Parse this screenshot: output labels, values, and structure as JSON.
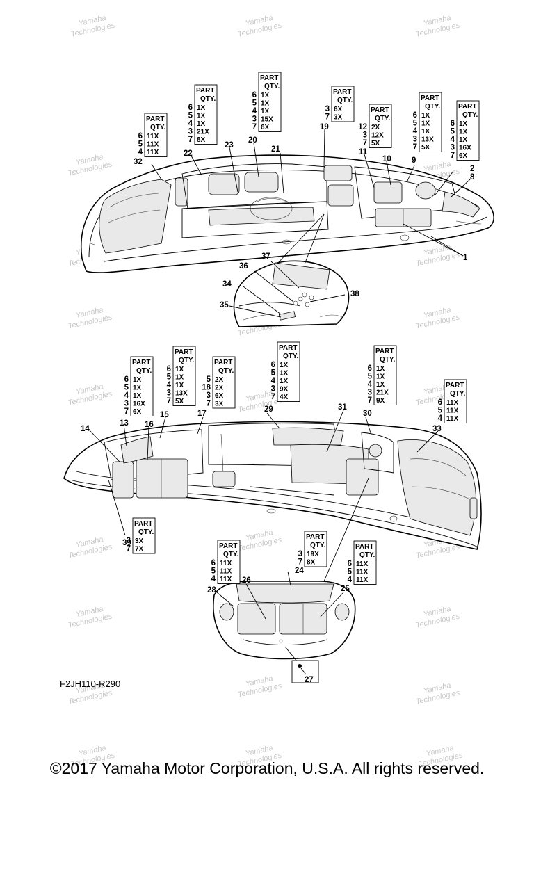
{
  "figure_code": "F2JH110-R290",
  "copyright": "©2017 Yamaha Motor Corporation, U.S.A. All rights reserved.",
  "watermark": {
    "line1": "Yamaha",
    "line2": "Technologies"
  },
  "table_header": {
    "line1": "PART",
    "line2": "QTY."
  },
  "tables": [
    {
      "id": "t32",
      "rows": [
        [
          "6",
          "11X"
        ],
        [
          "5",
          "11X"
        ],
        [
          "4",
          "11X"
        ]
      ]
    },
    {
      "id": "t22",
      "rows": [
        [
          "6",
          "1X"
        ],
        [
          "5",
          "1X"
        ],
        [
          "4",
          "1X"
        ],
        [
          "3",
          "21X"
        ],
        [
          "7",
          "8X"
        ]
      ]
    },
    {
      "id": "t20",
      "rows": [
        [
          "6",
          "1X"
        ],
        [
          "5",
          "1X"
        ],
        [
          "4",
          "1X"
        ],
        [
          "3",
          "15X"
        ],
        [
          "7",
          "6X"
        ]
      ]
    },
    {
      "id": "t19",
      "rows": [
        [
          "3",
          "6X"
        ],
        [
          "7",
          "3X"
        ]
      ]
    },
    {
      "id": "t11",
      "rows": [
        [
          "12",
          "2X"
        ],
        [
          "3",
          "12X"
        ],
        [
          "7",
          "5X"
        ]
      ]
    },
    {
      "id": "t9",
      "rows": [
        [
          "6",
          "1X"
        ],
        [
          "5",
          "1X"
        ],
        [
          "4",
          "1X"
        ],
        [
          "3",
          "13X"
        ],
        [
          "7",
          "5X"
        ]
      ]
    },
    {
      "id": "t8",
      "rows": [
        [
          "6",
          "1X"
        ],
        [
          "5",
          "1X"
        ],
        [
          "4",
          "1X"
        ],
        [
          "3",
          "16X"
        ],
        [
          "7",
          "6X"
        ]
      ]
    },
    {
      "id": "t13",
      "rows": [
        [
          "6",
          "1X"
        ],
        [
          "5",
          "1X"
        ],
        [
          "4",
          "1X"
        ],
        [
          "3",
          "16X"
        ],
        [
          "7",
          "6X"
        ]
      ]
    },
    {
      "id": "t15",
      "rows": [
        [
          "6",
          "1X"
        ],
        [
          "5",
          "1X"
        ],
        [
          "4",
          "1X"
        ],
        [
          "3",
          "13X"
        ],
        [
          "7",
          "5X"
        ]
      ]
    },
    {
      "id": "t17",
      "rows": [
        [
          "5",
          "2X"
        ],
        [
          "18",
          "2X"
        ],
        [
          "3",
          "6X"
        ],
        [
          "7",
          "3X"
        ]
      ]
    },
    {
      "id": "t29",
      "rows": [
        [
          "6",
          "1X"
        ],
        [
          "5",
          "1X"
        ],
        [
          "4",
          "1X"
        ],
        [
          "3",
          "9X"
        ],
        [
          "7",
          "4X"
        ]
      ]
    },
    {
      "id": "t30",
      "rows": [
        [
          "6",
          "1X"
        ],
        [
          "5",
          "1X"
        ],
        [
          "4",
          "1X"
        ],
        [
          "3",
          "21X"
        ],
        [
          "7",
          "9X"
        ]
      ]
    },
    {
      "id": "t33",
      "rows": [
        [
          "6",
          "11X"
        ],
        [
          "5",
          "11X"
        ],
        [
          "4",
          "11X"
        ]
      ]
    },
    {
      "id": "t39",
      "rows": [
        [
          "3",
          "3X"
        ],
        [
          "7",
          "7X"
        ]
      ]
    },
    {
      "id": "t28",
      "rows": [
        [
          "6",
          "11X"
        ],
        [
          "5",
          "11X"
        ],
        [
          "4",
          "11X"
        ]
      ]
    },
    {
      "id": "t24",
      "rows": [
        [
          "3",
          "19X"
        ],
        [
          "7",
          "8X"
        ]
      ]
    },
    {
      "id": "t25",
      "rows": [
        [
          "6",
          "11X"
        ],
        [
          "5",
          "11X"
        ],
        [
          "4",
          "11X"
        ]
      ]
    }
  ],
  "callouts": {
    "c1": "1",
    "c2": "2",
    "c8": "8",
    "c9": "9",
    "c10": "10",
    "c11": "11",
    "c19": "19",
    "c20": "20",
    "c21": "21",
    "c22": "22",
    "c23": "23",
    "c32": "32",
    "c34": "34",
    "c35": "35",
    "c36": "36",
    "c37": "37",
    "c38": "38",
    "c13": "13",
    "c14": "14",
    "c15": "15",
    "c16": "16",
    "c17": "17",
    "c29": "29",
    "c30": "30",
    "c31": "31",
    "c33": "33",
    "c39": "39",
    "c24": "24",
    "c25": "25",
    "c26": "26",
    "c27": "27",
    "c28": "28"
  }
}
